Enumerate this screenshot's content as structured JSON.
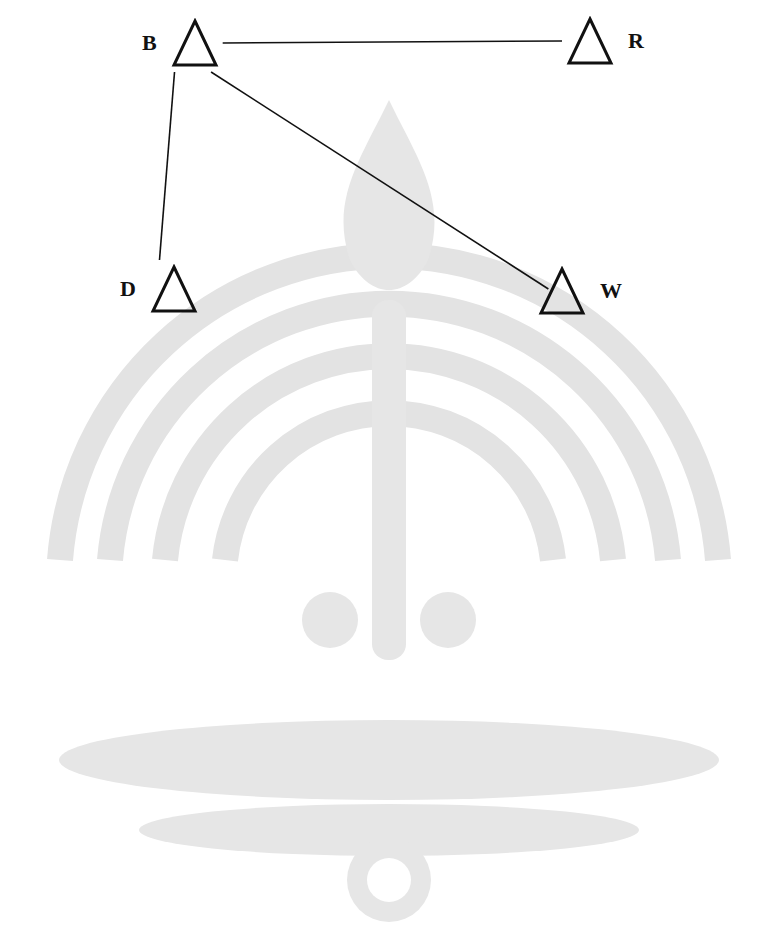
{
  "diagram": {
    "nodes": [
      {
        "text": [
          "B"
        ]
      },
      {
        "text": [
          "R"
        ]
      },
      {
        "text": [
          "D"
        ]
      },
      {
        "text": [
          "W"
        ]
      }
    ],
    "edges": [
      {
        "from": 0,
        "to": 1,
        "arrow": "none"
      },
      {
        "from": 0,
        "to": 2,
        "arrow": "none"
      },
      {
        "from": 0,
        "to": 3,
        "arrow": "none"
      }
    ]
  }
}
